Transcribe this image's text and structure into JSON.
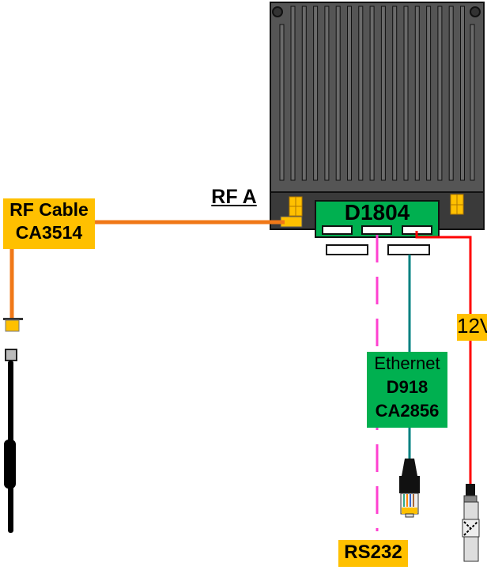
{
  "device": {
    "name": "D1804",
    "port_label": "RF A"
  },
  "rf_cable": {
    "line1": "RF Cable",
    "line2": "CA3514"
  },
  "ethernet": {
    "line1": "Ethernet",
    "line2": "D918",
    "line3": "CA2856"
  },
  "power": {
    "label": "12V"
  },
  "serial": {
    "label": "RS232"
  },
  "colors": {
    "label_bg": "#FFC000",
    "device_green": "#00B050",
    "rf_cable": "#F07818",
    "ethernet_cable": "#008080",
    "power_cable": "#FF0000",
    "rs232_cable": "#FF40D0",
    "heatsink": "#555555"
  }
}
